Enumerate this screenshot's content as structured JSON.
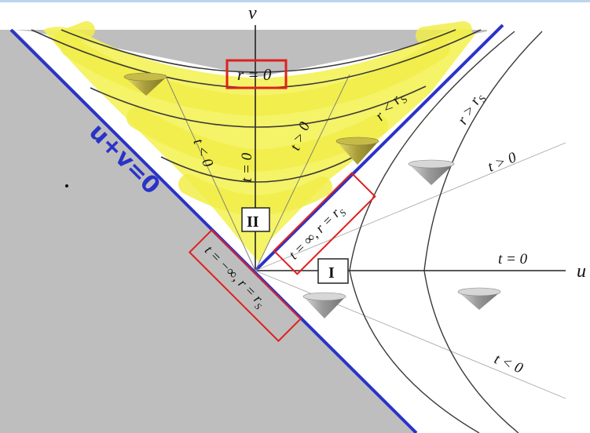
{
  "diagram": {
    "axis_v_label": "v",
    "axis_u_label": "u",
    "singularity_label": "r = 0",
    "region_II_label": "II",
    "region_I_label": "I",
    "interior_r_label": "r < r",
    "interior_r_sub": "S",
    "exterior_r_label": "r > r",
    "exterior_r_sub": "S",
    "interior_t_neg": "t < 0",
    "interior_t_zero": "t = 0",
    "interior_t_pos": "t > 0",
    "exterior_t_pos": "t > 0",
    "exterior_t_zero": "t = 0",
    "exterior_t_neg": "t < 0",
    "future_horizon_label": "t = ∞,  r = r",
    "future_horizon_sub": "S",
    "past_horizon_label": "t = −∞,  r = r",
    "past_horizon_sub": "S",
    "handwritten_boundary": "u+v=0",
    "colors": {
      "shaded_region": "#bebebe",
      "highlight": "#f4f25a",
      "boundary_line": "#2a33c8",
      "label_box": "#e02020",
      "curve": "#3a3a3a"
    }
  }
}
